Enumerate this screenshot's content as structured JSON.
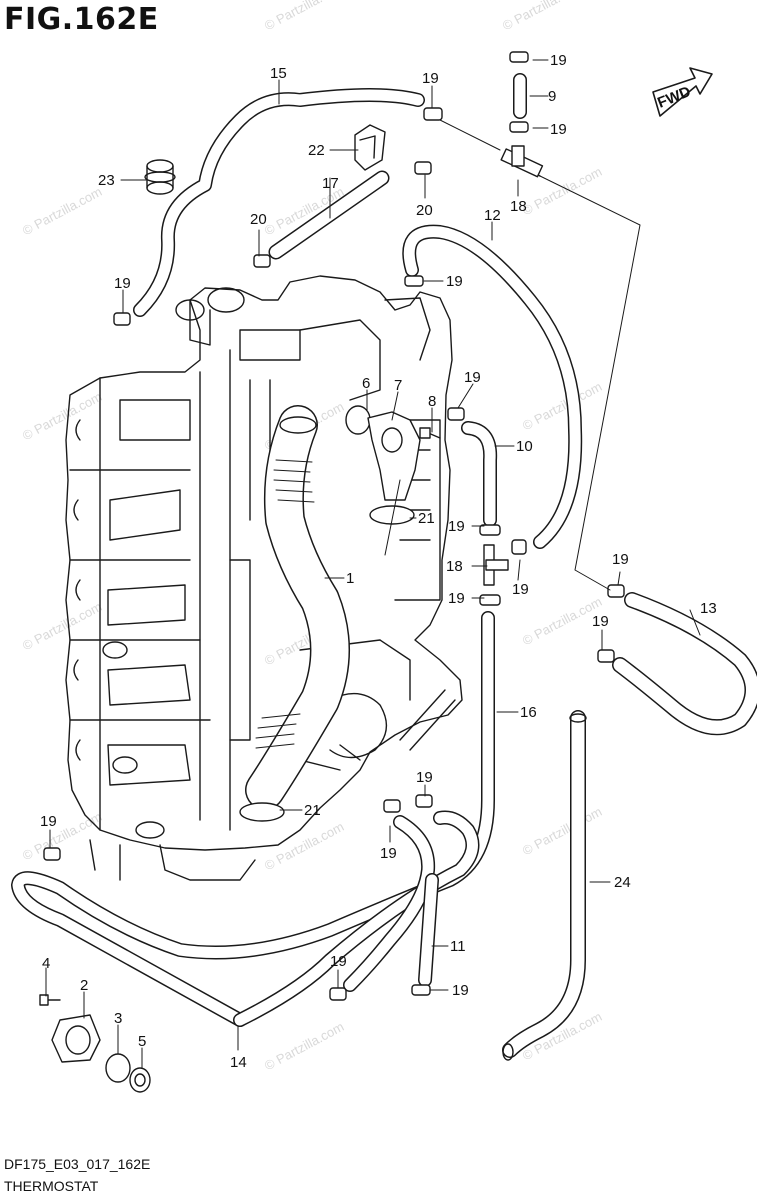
{
  "figure": {
    "title": "FIG.162E",
    "code": "DF175_E03_017_162E",
    "caption": "THERMOSTAT",
    "direction_marker": "FWD",
    "watermark": "© Partzilla.com"
  },
  "callouts": [
    "1",
    "2",
    "3",
    "4",
    "5",
    "6",
    "7",
    "8",
    "9",
    "10",
    "11",
    "12",
    "13",
    "14",
    "15",
    "16",
    "17",
    "18",
    "19",
    "20",
    "21",
    "22",
    "23",
    "24"
  ],
  "colors": {
    "line": "#1a1a1a",
    "background": "#ffffff",
    "watermark": "#d9d9d9"
  }
}
